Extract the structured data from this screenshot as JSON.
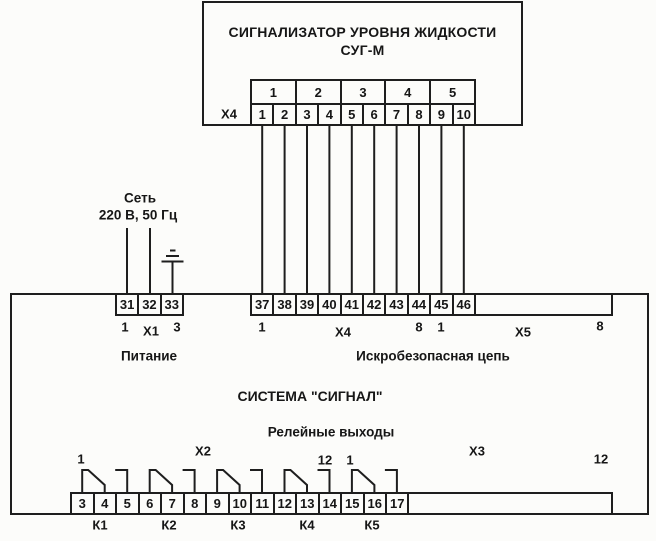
{
  "colors": {
    "ink": "#1e1e1e",
    "paper": "#fcfcfa"
  },
  "device_box": {
    "title_line1": "СИГНАЛИЗАТОР УРОВНЯ ЖИДКОСТИ",
    "title_line2": "СУГ-М",
    "connector": "Х4",
    "groups": [
      "1",
      "2",
      "3",
      "4",
      "5"
    ],
    "pins": [
      "1",
      "2",
      "3",
      "4",
      "5",
      "6",
      "7",
      "8",
      "9",
      "10"
    ]
  },
  "power_feed": {
    "line1": "Сеть",
    "line2": "220 В, 50 Гц"
  },
  "system_box": {
    "title": "СИСТЕМА \"СИГНАЛ\"",
    "power_caption": "Питание",
    "safe_circuit_caption": "Искробезопасная цепь",
    "relay_caption": "Релейные выходы",
    "x1": {
      "name": "Х1",
      "pins": [
        "31",
        "32",
        "33"
      ],
      "pin_first": "1",
      "pin_last": "3"
    },
    "x4": {
      "name": "Х4",
      "pins": [
        "37",
        "38",
        "39",
        "40",
        "41",
        "42",
        "43",
        "44",
        "45",
        "46"
      ],
      "pin_first": "1",
      "pin_last": "8"
    },
    "x5": {
      "name": "Х5",
      "pin_first": "1",
      "pin_last": "8"
    },
    "x2": {
      "name": "Х2",
      "pin_first": "1",
      "pin_last": "12"
    },
    "x3": {
      "name": "Х3",
      "pin_first": "1",
      "pin_last": "12"
    },
    "relay_pins": [
      "3",
      "4",
      "5",
      "6",
      "7",
      "8",
      "9",
      "10",
      "11",
      "12",
      "13",
      "14",
      "15",
      "16",
      "17"
    ],
    "relays": [
      "К1",
      "К2",
      "К3",
      "К4",
      "К5"
    ]
  }
}
